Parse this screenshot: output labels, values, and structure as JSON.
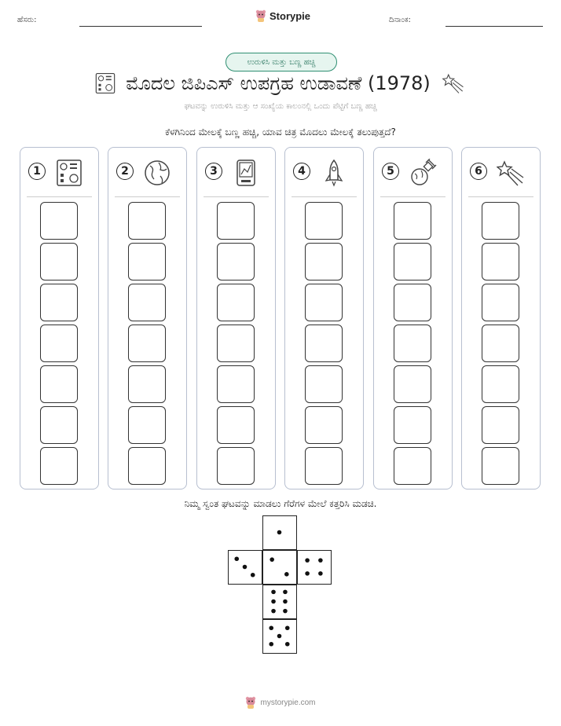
{
  "header": {
    "name_label": "ಹೆಸರು:",
    "brand_name": "Storypie",
    "date_label": "ದಿನಾಂಕ:"
  },
  "activity_badge": "ಉರುಳಿಸಿ ಮತ್ತು ಬಣ್ಣ ಹಚ್ಚಿ",
  "title": "ಮೊದಲ ಜಿಪಿಎಸ್ ಉಪಗ್ರಹ ಉಡಾವಣೆ (1978)",
  "subtitle": "ಘಟವನ್ನು ಉರುಳಿಸಿ ಮತ್ತು ಆ ಸಂಖ್ಯೆಯ ಕಾಲಂನಲ್ಲಿ ಒಂದು ಪೆಟ್ಟಿಗೆ ಬಣ್ಣ ಹಚ್ಚಿ",
  "question": "ಕೆಳಗಿನಿಂದ ಮೇಲಕ್ಕೆ ಬಣ್ಣ ಹಚ್ಚಿ, ಯಾವ ಚಿತ್ರ ಮೊದಲು ಮೇಲಕ್ಕೆ ತಲುಪುತ್ತದೆ?",
  "columns": [
    {
      "number": "1",
      "icon": "control-panel-icon"
    },
    {
      "number": "2",
      "icon": "globe-icon"
    },
    {
      "number": "3",
      "icon": "gps-device-icon"
    },
    {
      "number": "4",
      "icon": "rocket-icon"
    },
    {
      "number": "5",
      "icon": "satellite-icon"
    },
    {
      "number": "6",
      "icon": "shooting-star-icon"
    }
  ],
  "boxes_per_column": 7,
  "instruction": "ನಿಮ್ಮ ಸ್ವಂತ ಘಟವನ್ನು ಮಾಡಲು ಗೆರೆಗಳ ಮೇಲೆ ಕತ್ತರಿಸಿ ಮಡಚಿ.",
  "die_faces": [
    1,
    3,
    2,
    4,
    6,
    5
  ],
  "footer_url": "mystorypie.com",
  "colors": {
    "badge_border": "#2f8f72",
    "badge_fill": "#e6f5ef",
    "column_border": "#b7bfd0"
  }
}
